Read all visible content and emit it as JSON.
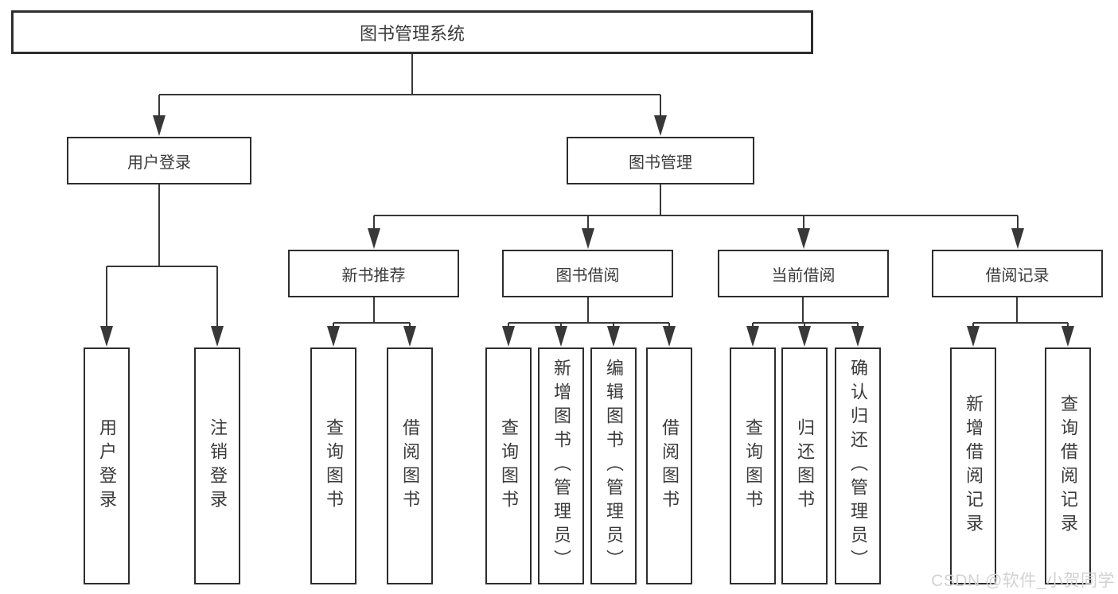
{
  "tree": {
    "root": "图书管理系统",
    "level1": [
      "用户登录",
      "图书管理"
    ],
    "level2": [
      "新书推荐",
      "图书借阅",
      "当前借阅",
      "借阅记录"
    ],
    "login_children": [
      "用户登录",
      "注销登录"
    ],
    "recommend_children": [
      "查询图书",
      "借阅图书"
    ],
    "borrow_children": [
      "查询图书",
      "新增图书（管理员）",
      "编辑图书（管理员）",
      "借阅图书"
    ],
    "current_children": [
      "查询图书",
      "归还图书",
      "确认归还（管理员）"
    ],
    "record_children": [
      "新增借阅记录",
      "查询借阅记录"
    ]
  },
  "watermark": "CSDN @软件_小贺同学",
  "colors": {
    "line": "#383838",
    "box_border": "#2d2d2d",
    "text": "#3a3a3a",
    "watermark": "#d2d2d2",
    "background": "#ffffff"
  }
}
